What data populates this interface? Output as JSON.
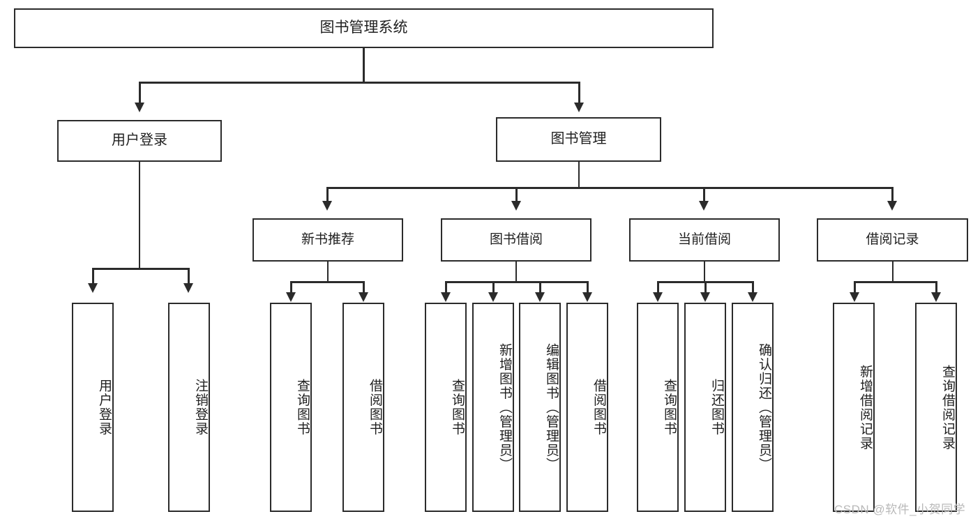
{
  "diagram": {
    "title": "图书管理系统",
    "type": "tree-hierarchy-chart",
    "watermark": "CSDN @软件_小贺同学",
    "root": {
      "label": "图书管理系统"
    },
    "level1": [
      {
        "label": "用户登录"
      },
      {
        "label": "图书管理"
      }
    ],
    "level2": [
      {
        "label": "新书推荐"
      },
      {
        "label": "图书借阅"
      },
      {
        "label": "当前借阅"
      },
      {
        "label": "借阅记录"
      }
    ],
    "leaves": {
      "user_login": [
        {
          "label": "用户登录"
        },
        {
          "label": "注销登录"
        }
      ],
      "new_book_recommend": [
        {
          "label": "查询图书"
        },
        {
          "label": "借阅图书"
        }
      ],
      "book_borrow": [
        {
          "label": "查询图书"
        },
        {
          "label": "新增图书（管理员）"
        },
        {
          "label": "编辑图书（管理员）"
        },
        {
          "label": "借阅图书"
        }
      ],
      "current_borrow": [
        {
          "label": "查询图书"
        },
        {
          "label": "归还图书"
        },
        {
          "label": "确认归还（管理员）"
        }
      ],
      "borrow_record": [
        {
          "label": "新增借阅记录"
        },
        {
          "label": "查询借阅记录"
        }
      ]
    },
    "colors": {
      "stroke": "#2b2b2b",
      "fill": "#ffffff",
      "text": "#1f1f1f",
      "watermark": "#b9b9b9"
    }
  }
}
